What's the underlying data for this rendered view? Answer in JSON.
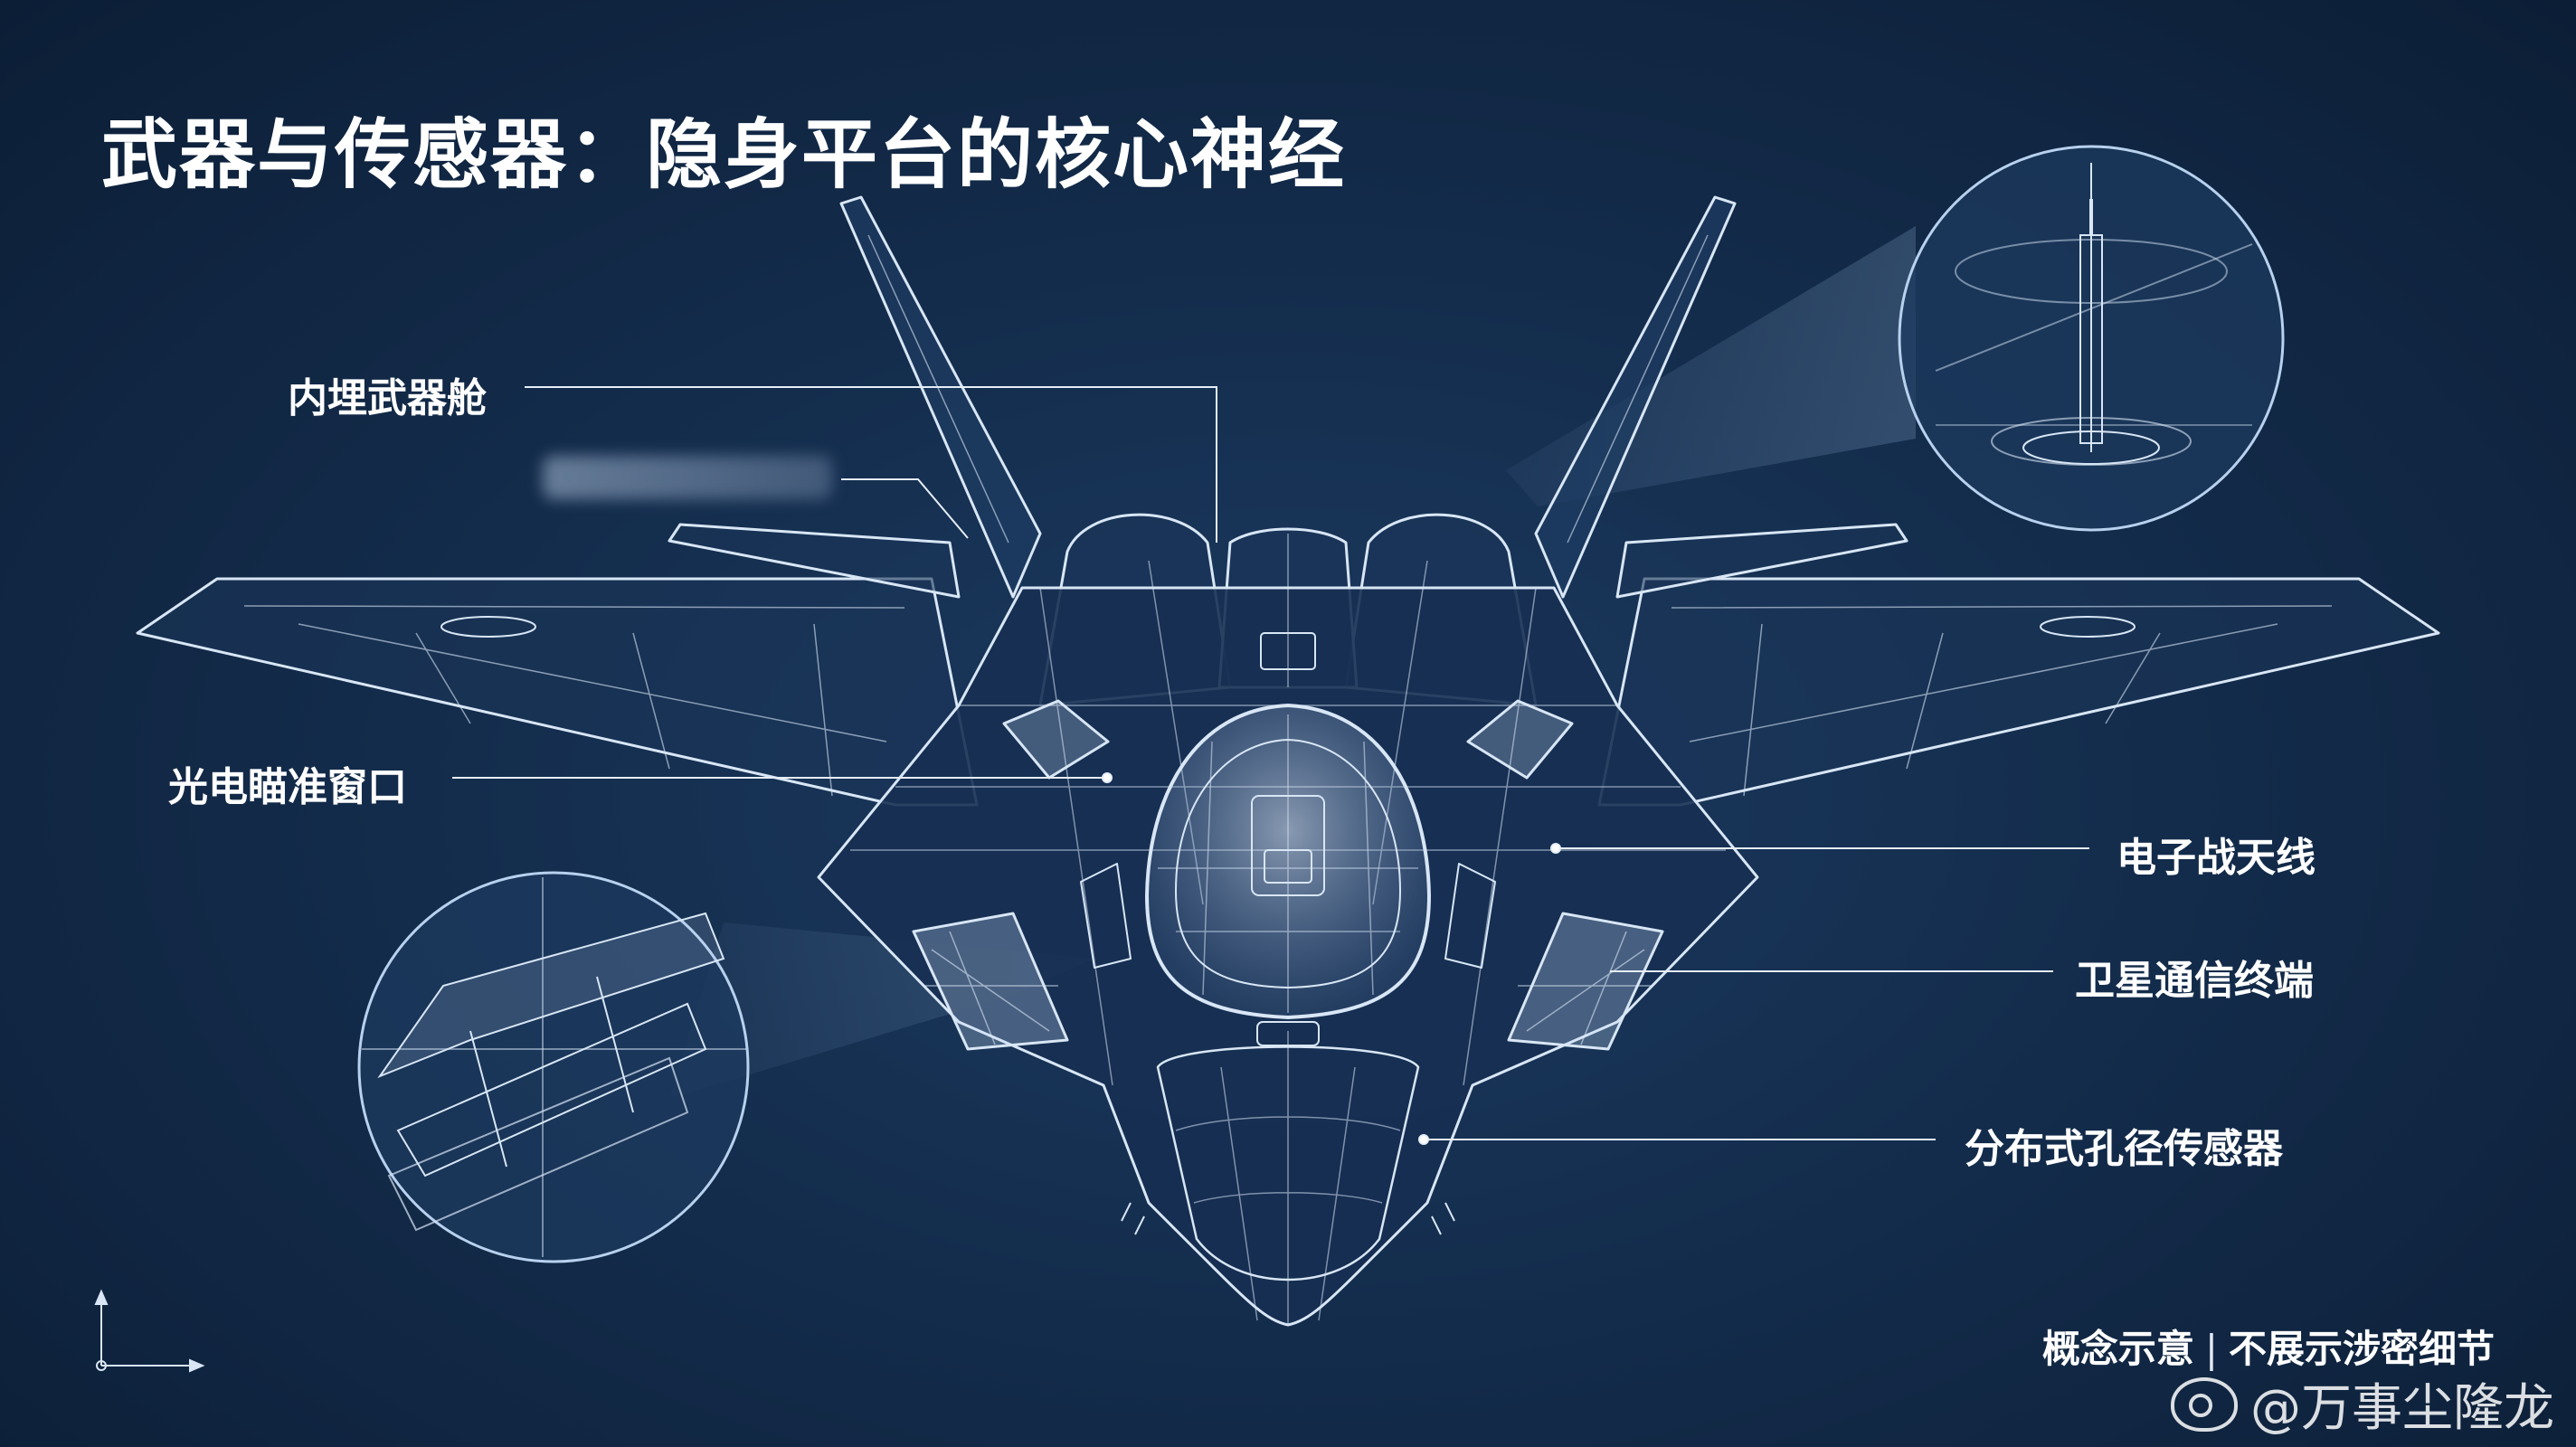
{
  "title": "武器与传感器：隐身平台的核心神经",
  "labels": {
    "weapons_bay": "内埋武器舱",
    "eo_targeting": "光电瞄准窗口",
    "ew_antenna": "电子战天线",
    "satcom": "卫星通信终端",
    "das": "分布式孔径传感器"
  },
  "footnote": {
    "left": "概念示意",
    "separator": "|",
    "right": "不展示涉密细节"
  },
  "watermark": "@万事尘隆龙",
  "colors": {
    "background": "#142d4d",
    "wireframe": "#d8e6f5",
    "label_text": "#ffffff"
  }
}
